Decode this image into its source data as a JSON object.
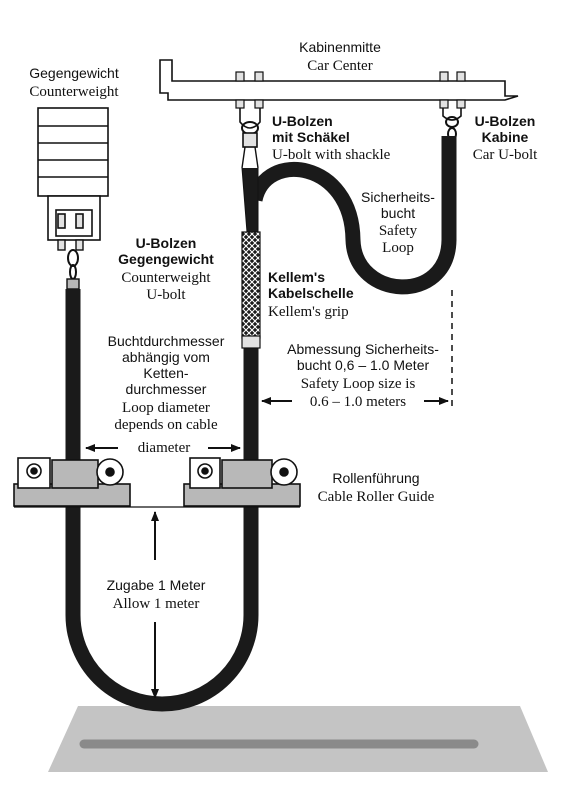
{
  "colors": {
    "cable": "#1a1a1a",
    "steel": "#e2e2e2",
    "roller_body": "#b8b8b8",
    "floor": "#c4c4c4",
    "floor_rail": "#8a8a8a",
    "outline": "#111111",
    "white": "#ffffff"
  },
  "labels": {
    "car_center_de": "Kabinenmitte",
    "car_center_en": "Car Center",
    "counterweight_de": "Gegengewicht",
    "counterweight_en": "Counterweight",
    "ubolt_shackle_de_1": "U-Bolzen",
    "ubolt_shackle_de_2": "mit Schäkel",
    "ubolt_shackle_en": "U-bolt with shackle",
    "car_ubolt_de_1": "U-Bolzen",
    "car_ubolt_de_2": "Kabine",
    "car_ubolt_en": "Car U-bolt",
    "safety_loop_de_1": "Sicherheits-",
    "safety_loop_de_2": "bucht",
    "safety_loop_en_1": "Safety",
    "safety_loop_en_2": "Loop",
    "cw_ubolt_de_1": "U-Bolzen",
    "cw_ubolt_de_2": "Gegengewicht",
    "cw_ubolt_en_1": "Counterweight",
    "cw_ubolt_en_2": "U-bolt",
    "kellems_de_1": "Kellem's",
    "kellems_de_2": "Kabelschelle",
    "kellems_en": "Kellem's grip",
    "loop_diam_de_1": "Buchtdurchmesser",
    "loop_diam_de_2": "abhängig vom",
    "loop_diam_de_3": "Ketten-",
    "loop_diam_de_4": "durchmesser",
    "loop_diam_en_1": "Loop diameter",
    "loop_diam_en_2": "depends on cable",
    "loop_diam_en_3": "diameter",
    "loop_size_de_1": "Abmessung Sicherheits-",
    "loop_size_de_2": "bucht 0,6 – 1.0 Meter",
    "loop_size_en_1": "Safety Loop size is",
    "loop_size_en_2": "0.6 – 1.0 meters",
    "roller_guide_de": "Rollenführung",
    "roller_guide_en": "Cable Roller Guide",
    "allow_de": "Zugabe 1 Meter",
    "allow_en": "Allow 1 meter"
  }
}
